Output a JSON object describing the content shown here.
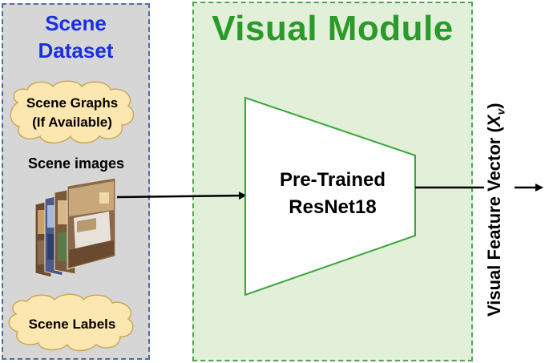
{
  "dataset": {
    "title_line1": "Scene",
    "title_line2": "Dataset",
    "scene_graphs_line1": "Scene Graphs",
    "scene_graphs_line2": "(If Available)",
    "scene_images": "Scene images",
    "scene_labels": "Scene Labels"
  },
  "module": {
    "title": "Visual Module",
    "backbone_line1": "Pre-Trained",
    "backbone_line2": "ResNet18"
  },
  "output": {
    "label_prefix": "Visual Feature Vector (",
    "label_symbol": "X",
    "label_subscript": "v",
    "label_suffix": ")"
  },
  "colors": {
    "dataset_bg": "#d6d6d6",
    "dataset_border": "#4a6fa5",
    "dataset_title": "#1a2fe0",
    "module_bg": "#e2efd9",
    "module_border": "#4da64d",
    "module_title": "#2a9a2a",
    "cloud_fill": "#fde7b0",
    "cloud_stroke": "#c9a95a"
  }
}
